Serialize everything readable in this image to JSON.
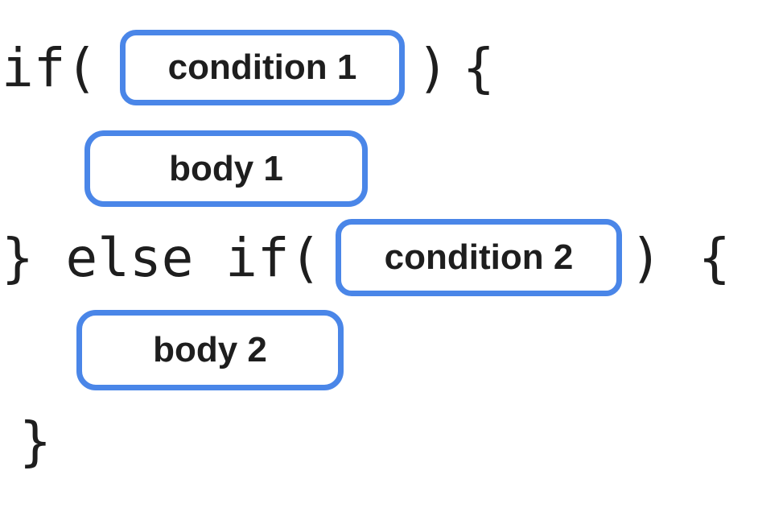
{
  "colors": {
    "accent_blue": "#4A86E8",
    "box_fill": "#FFFFFF",
    "text": "#1E1E1E",
    "background": "#FFFFFF"
  },
  "code": {
    "if_open": "if(",
    "close_paren": ")",
    "open_brace": "{",
    "else_if_open": "} else if(",
    "close_brace": "}"
  },
  "slots": {
    "condition1": {
      "label": "condition 1"
    },
    "body1": {
      "label": "body 1"
    },
    "condition2": {
      "label": "condition 2"
    },
    "body2": {
      "label": "body 2"
    }
  }
}
